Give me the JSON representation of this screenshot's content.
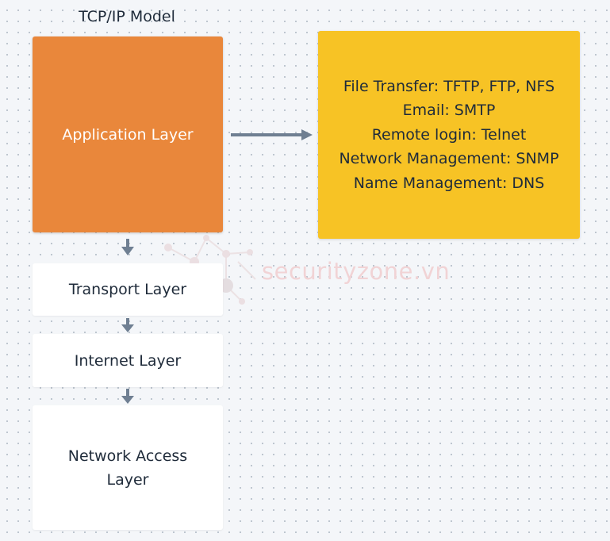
{
  "diagram": {
    "title": "TCP/IP Model",
    "layers": {
      "application": "Application Layer",
      "transport": "Transport Layer",
      "internet": "Internet Layer",
      "network_access": "Network Access Layer"
    },
    "protocols": [
      "File Transfer: TFTP, FTP, NFS",
      "Email: SMTP",
      "Remote login: Telnet",
      "Network Management: SNMP",
      "Name Management: DNS"
    ]
  },
  "watermark": {
    "text": "securityzone.vn"
  },
  "colors": {
    "application_fill": "#e9873b",
    "protocol_fill": "#f7c325",
    "layer_fill": "#ffffff",
    "arrow": "#6f7f92",
    "background": "#f4f6f9"
  }
}
